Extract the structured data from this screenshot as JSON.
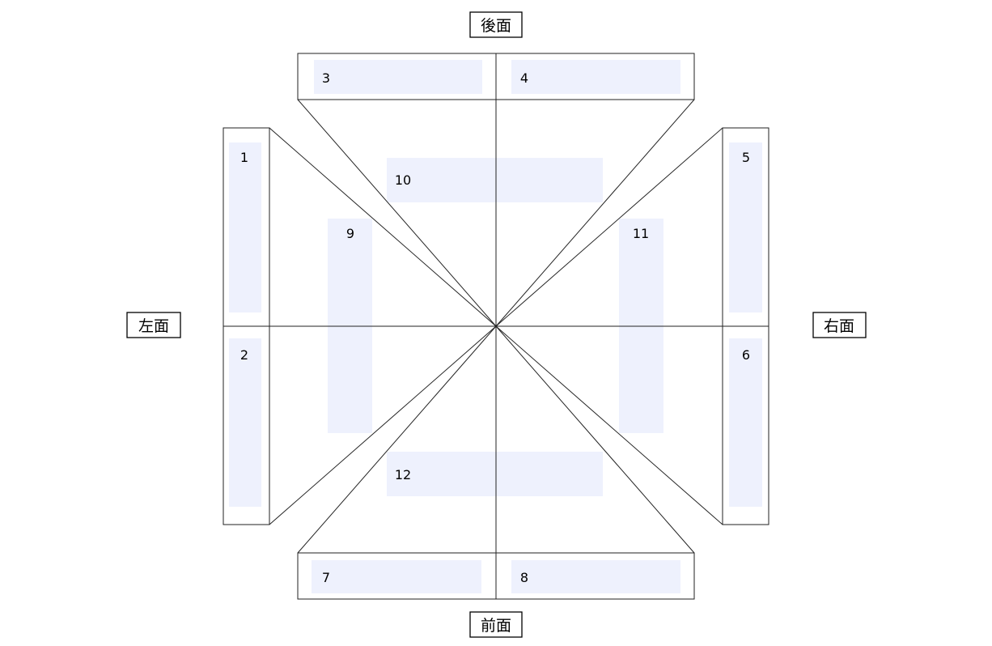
{
  "colors": {
    "zone_fill": "#eef1fd",
    "line": "#222222",
    "background": "#ffffff"
  },
  "sides": {
    "back": "後面",
    "front": "前面",
    "left": "左面",
    "right": "右面"
  },
  "zones": {
    "z1": "1",
    "z2": "2",
    "z3": "3",
    "z4": "4",
    "z5": "5",
    "z6": "6",
    "z7": "7",
    "z8": "8",
    "z9": "9",
    "z10": "10",
    "z11": "11",
    "z12": "12"
  }
}
